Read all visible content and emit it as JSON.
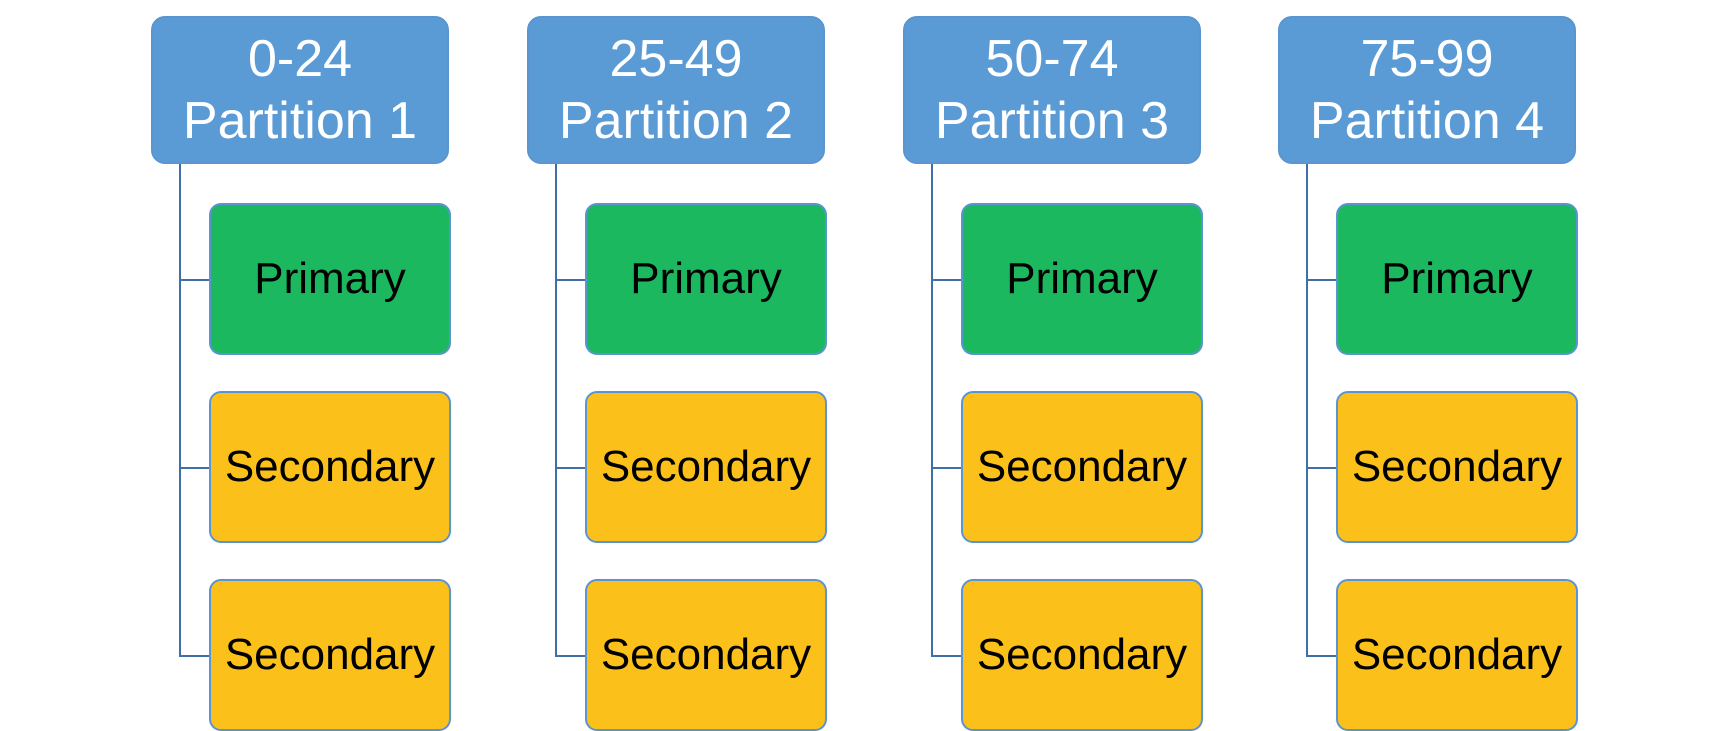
{
  "colors": {
    "header_fill": "#5b9bd5",
    "primary_fill": "#1cb85f",
    "secondary_fill": "#fbc11a",
    "connector": "#3f6fa7",
    "border": "#5a95cf"
  },
  "partitions": [
    {
      "range": "0-24",
      "name": "Partition 1",
      "nodes": [
        {
          "role": "primary",
          "label": "Primary"
        },
        {
          "role": "secondary",
          "label": "Secondary"
        },
        {
          "role": "secondary",
          "label": "Secondary"
        }
      ]
    },
    {
      "range": "25-49",
      "name": "Partition 2",
      "nodes": [
        {
          "role": "primary",
          "label": "Primary"
        },
        {
          "role": "secondary",
          "label": "Secondary"
        },
        {
          "role": "secondary",
          "label": "Secondary"
        }
      ]
    },
    {
      "range": "50-74",
      "name": "Partition 3",
      "nodes": [
        {
          "role": "primary",
          "label": "Primary"
        },
        {
          "role": "secondary",
          "label": "Secondary"
        },
        {
          "role": "secondary",
          "label": "Secondary"
        }
      ]
    },
    {
      "range": "75-99",
      "name": "Partition 4",
      "nodes": [
        {
          "role": "primary",
          "label": "Primary"
        },
        {
          "role": "secondary",
          "label": "Secondary"
        },
        {
          "role": "secondary",
          "label": "Secondary"
        }
      ]
    }
  ]
}
